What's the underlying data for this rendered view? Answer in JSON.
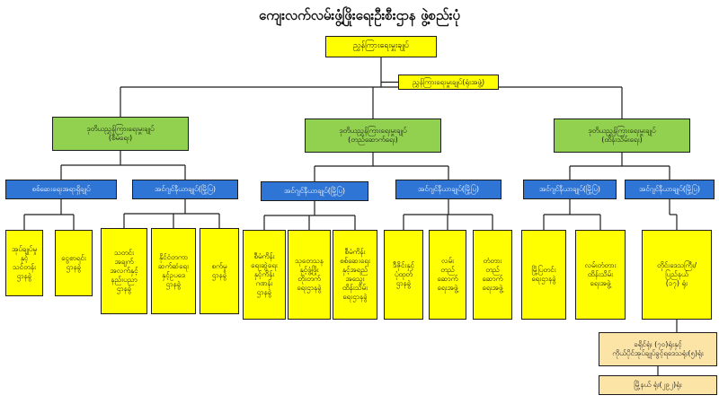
{
  "title": "ကျေးလက်လမ်းဖွံ့ဖြိုးရေးဦးစီးဌာန ဖွဲ့စည်းပုံ",
  "colors": {
    "top": "#ffff00",
    "deputy": "#92d050",
    "engineer": "#2e75d6",
    "unit": "#fbe4a6",
    "line": "#1c1c1c"
  },
  "nodes": {
    "director_general": "ညွှန်ကြားရေးမှူးချုပ်",
    "dg_office": "ညွှန်ကြားရေးမှူးချုပ်(ရုံးအဖွဲ့)",
    "ddg_admin": "ဒုတိယညွှန်ကြားရေးမှူးချုပ်\n(စီမံရေး)",
    "ddg_construction": "ဒုတိယညွှန်ကြားရေးမှူးချုပ်\n(တည်ဆောက်ရေး)",
    "ddg_maintenance": "ဒုတိယညွှန်ကြားရေးမှူးချုပ်\n(ထိန်းသိမ်းရေး)",
    "audit_director": "စစ်ဆေးရေးအရာရှိချုပ်",
    "chief_engineer_1": "အင်ဂျင်နီယာချုပ်(မြို့ပြ)",
    "chief_engineer_2": "အင်ဂျင်နီယာချုပ်(မြို့ပြ)",
    "chief_engineer_3": "အင်ဂျင်နီယာချုပ်(မြို့ပြ)",
    "chief_engineer_4": "အင်ဂျင်နီယာချုပ်(မြို့ပြ)",
    "chief_engineer_5": "အင်ဂျင်နီယာချုပ်(မြို့ပြ)",
    "unit_admin_hr": "အုပ်ချုပ်မှု\nနှင့်\nသင်တန်း\nဌာနခွဲ",
    "unit_finance": "ငွေစာရင်း\nဌာနခွဲ",
    "unit_tech": "သတင်း\nအချက်\nအလက်နှင့်\nနည်းပညာ\nဌာနခွဲ",
    "unit_foreign": "နိုင်ငံတကာ\nဆက်ဆံရေး\nနှင့်ဥပဒေ\nဌာနခွဲ",
    "unit_machinery": "စက်မှု\nဌာနခွဲ",
    "unit_planning": "စီမံကိန်း\nရေးဆွဲရေး\nနှင့်ကိန်း\nဂဏန်း\nဌာနခွဲ",
    "unit_research": "သုတေသန\nနှင့်ဖွံ့ဖြိုး\nတိုးတက်\nရေးဌာနခွဲ",
    "unit_project_eval": "စီမံကိန်း\nစစ်ဆေးရေး\nနှင့်အရည်\nအသွေး\nထိန်းသိမ်း\nရေးဌာနခွဲ",
    "unit_bridge_design": "ဒီဇိုင်းနှင့်\nပုံထုတ်\nဌာနခွဲ",
    "unit_road_build": "လမ်း\nတည်\nဆောက်\nရေးအဖွဲ့",
    "unit_bridge_build": "တံတား\nတည်\nဆောက်\nရေးအဖွဲ့",
    "unit_urban_maint": "မြို့ပြတင်း\nရေးဌာနခွဲ",
    "unit_road_maint": "လမ်းတံတား\nထိန်းသိမ်း\nရေးအဖွဲ့",
    "unit_regions": "တိုင်းဒေသကြီး/\nပြည်နယ်\n(၁၇) ရုံး",
    "district_offices": "ခရိုင်ရုံး (၇၀)ရုံးနှင့်\nကိုယ်ပိုင်အုပ်ချုပ်ခွင့်ရဒေသရုံး(၅)ရုံး",
    "township_offices": "မြို့နယ် ရုံး(၂၉၂)ရုံး"
  }
}
